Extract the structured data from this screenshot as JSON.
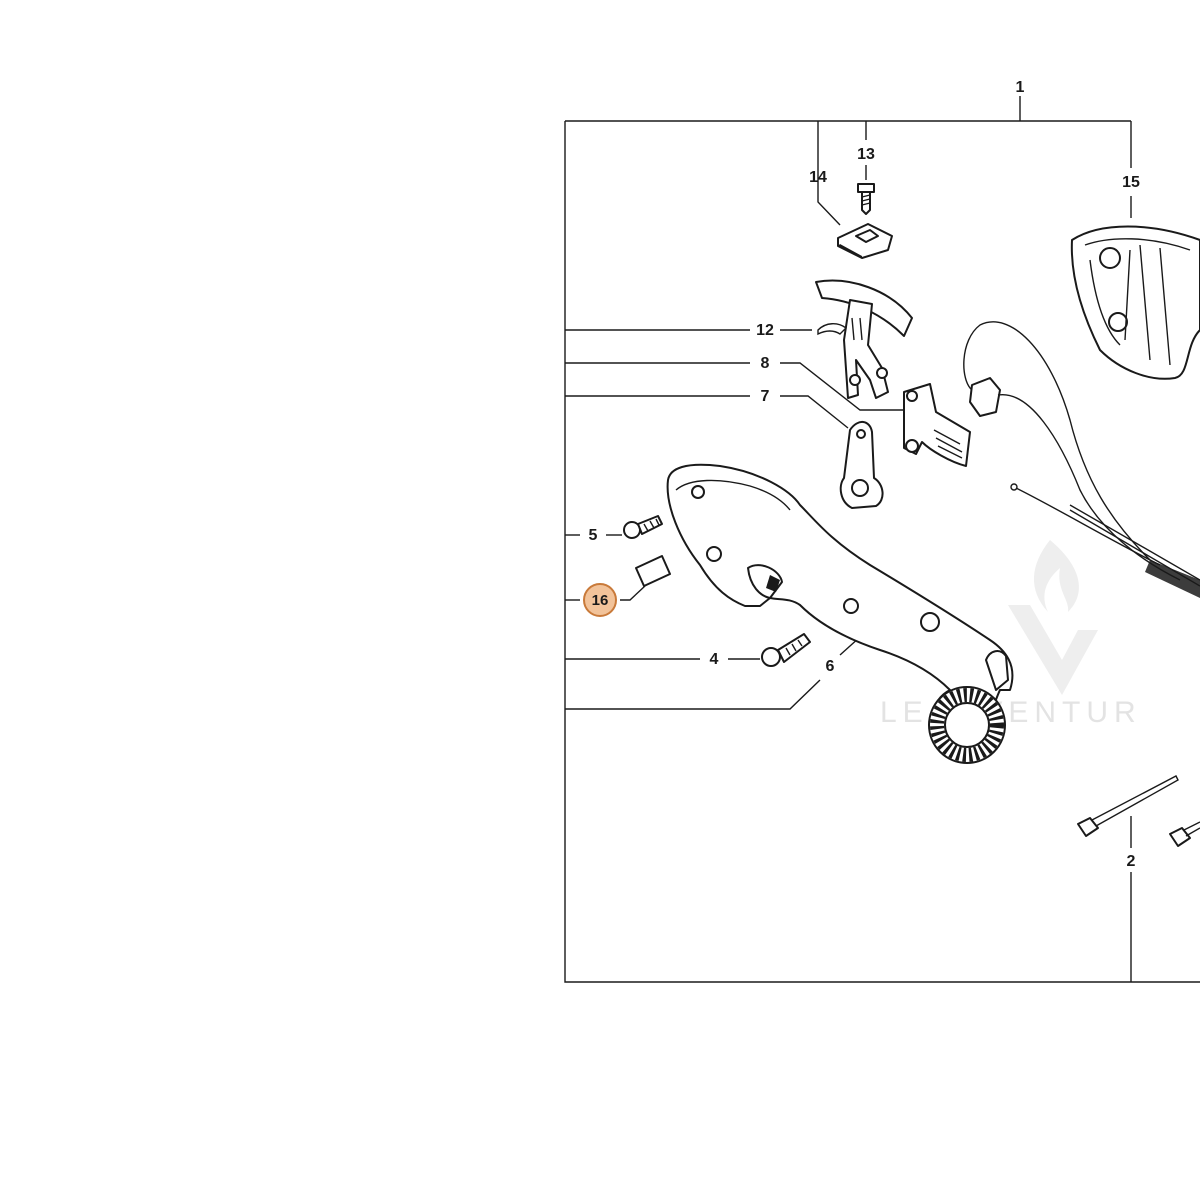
{
  "diagram": {
    "callouts": {
      "c1": "1",
      "c2": "2",
      "c4": "4",
      "c5": "5",
      "c6": "6",
      "c7": "7",
      "c8": "8",
      "c12": "12",
      "c13": "13",
      "c14": "14",
      "c15": "15",
      "c16": "16"
    },
    "highlight": {
      "fill": "#f2c39a",
      "stroke": "#c97a3a"
    },
    "watermark": {
      "text": "LEADVENTUR"
    }
  }
}
